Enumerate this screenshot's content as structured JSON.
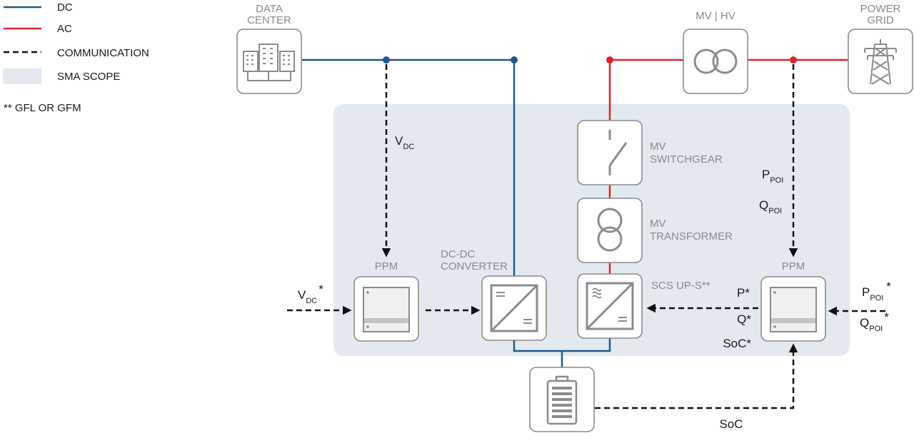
{
  "legend": {
    "dc": "DC",
    "ac": "AC",
    "communication": "COMMUNICATION",
    "sma_scope": "SMA SCOPE",
    "footnote": "** GFL OR GFM"
  },
  "nodes": {
    "data_center": [
      "DATA",
      "CENTER"
    ],
    "mv_hv": "MV | HV",
    "power_grid": [
      "POWER",
      "GRID"
    ],
    "mv_switchgear": [
      "MV",
      "SWITCHGEAR"
    ],
    "mv_transformer": [
      "MV",
      "TRANSFORMER"
    ],
    "ppm_left": "PPM",
    "ppm_right": "PPM",
    "dcdc_converter": [
      "DC-DC",
      "CONVERTER"
    ],
    "scs": "SCS UP-S**"
  },
  "signals": {
    "vdc": {
      "main": "V",
      "sub": "DC"
    },
    "vdc_setpoint": {
      "main": "V",
      "sub": "DC",
      "star": "*"
    },
    "ppoi": {
      "main": "P",
      "sub": "POI"
    },
    "qpoi": {
      "main": "Q",
      "sub": "POI"
    },
    "ppoi_setpoint": {
      "main": "P",
      "sub": "POI",
      "star": "*"
    },
    "qpoi_setpoint": {
      "main": "Q",
      "sub": "POI",
      "star": "*"
    },
    "p_star": "P*",
    "q_star": "Q*",
    "soc_star": "SoC*",
    "soc": "SoC"
  },
  "colors": {
    "dc": "#1f5a8c",
    "ac": "#d9262c",
    "communication": "#111111",
    "sma_scope": "#e3e9ef",
    "box_border": "#8c8c8c"
  }
}
